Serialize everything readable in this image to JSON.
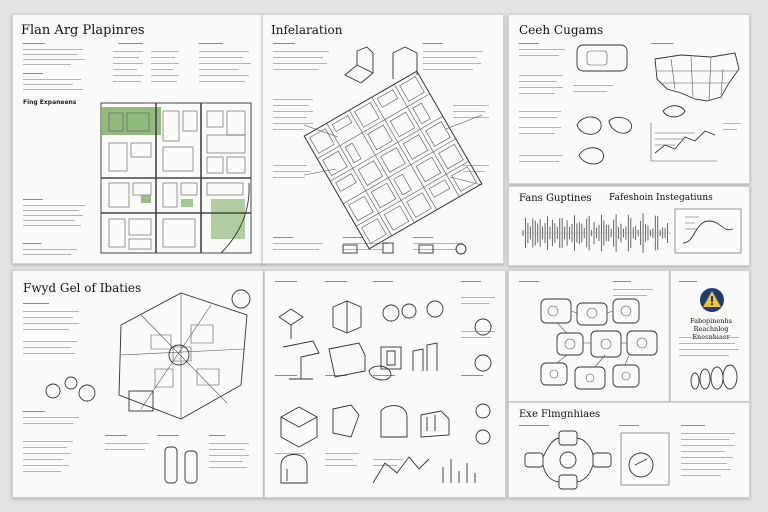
{
  "panels": {
    "plan": {
      "title": "Flan Arg Plapinres",
      "subtitle": "Fing Expaneens"
    },
    "info": {
      "title": "Infelaration"
    },
    "geo": {
      "title": "Ceeh Cugams"
    },
    "freq": {
      "title_left": "Fans Guptines",
      "title_right": "Fafeshoin Instegatiuns"
    },
    "field": {
      "title": "Fwyd Gel of Ibaties"
    },
    "flow": {
      "title": "Exe Flmgnhiaes"
    },
    "badge": {
      "subtitle": "Fabopinenhs Reachnlog Enesnhiaer"
    }
  },
  "colors": {
    "map_green": "#7fae6a",
    "badge_yellow": "#f1c232",
    "badge_navy": "#1f3b70"
  },
  "icons": [
    "warning-badge-icon"
  ]
}
